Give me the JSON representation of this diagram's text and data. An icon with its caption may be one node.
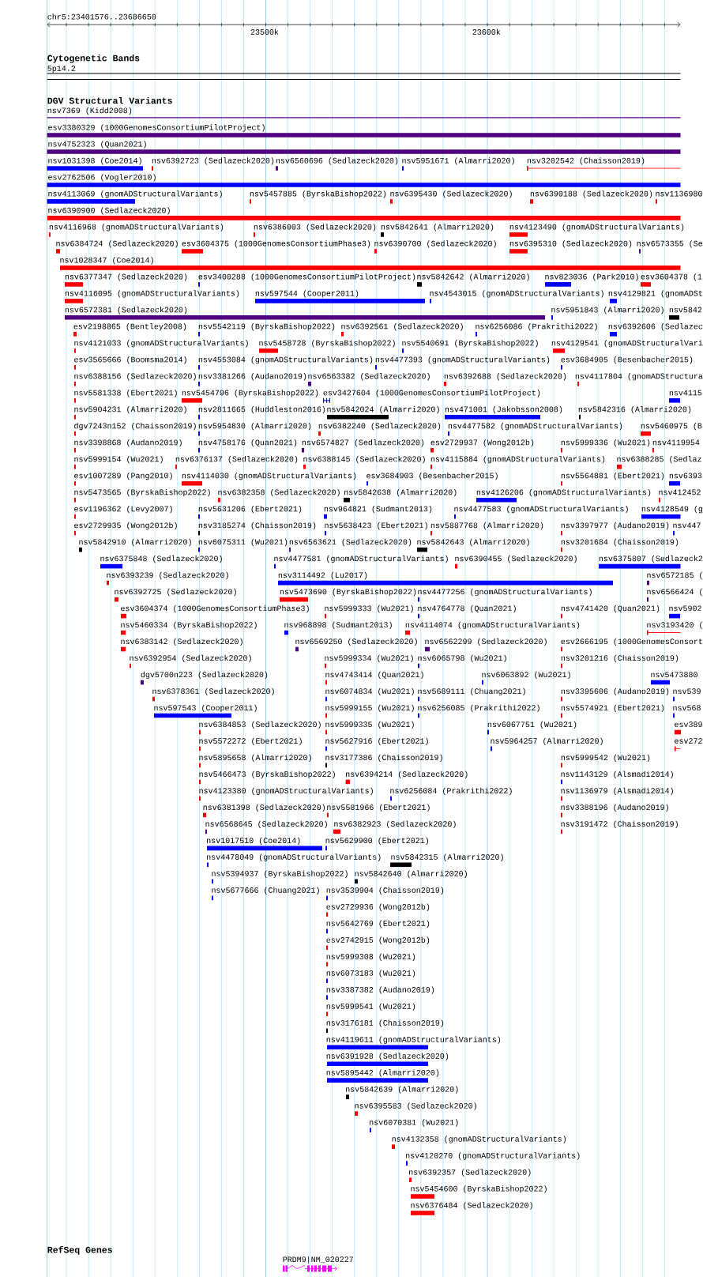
{
  "diagram": {
    "labels": [
      "chr5:23401576..23686650",
      "23500k",
      "23600k",
      "Cytogenetic Bands",
      "5p14.2",
      "DGV Structural Variants",
      "nsv7369 (Kidd2008)",
      "esv3380329 (1000GenomesConsortiumPilotProject)",
      "nsv4752323 (Quan2021)",
      "nsv1031398 (Coe2014)",
      "nsv6392723 (Sedlazeck2020)",
      "nsv6560696 (Sedlazeck2020)",
      "nsv5951671 (Almarri2020)",
      "nsv3202542 (Chaisson2019)",
      "esv2762506 (Vogler2010)",
      "nsv4113069 (gnomADStructuralVariants)",
      "nsv5457885 (ByrskaBishop2022)",
      "nsv6395430 (Sedlazeck2020)",
      "nsv6390188 (Sedlazeck2020)",
      "nsv1136980",
      "nsv6390900 (Sedlazeck2020)",
      "nsv4116968 (gnomADStructuralVariants)",
      "nsv6386003 (Sedlazeck2020)",
      "nsv5842641 (Almarri2020)",
      "nsv4123490 (gnomADStructuralVariants)",
      "nsv6384724 (Sedlazeck2020)",
      "esv3604375 (1000GenomesConsortiumPhase3)",
      "nsv6390700 (Sedlazeck2020)",
      "nsv6395310 (Sedlazeck2020)",
      "nsv6573355 (Se",
      "nsv1028347 (Coe2014)",
      "nsv6377347 (Sedlazeck2020)",
      "esv3400288 (1000GenomesConsortiumPilotProject)",
      "nsv5842642 (Almarri2020)",
      "nsv823036 (Park2010)",
      "esv3604378 (1",
      "nsv4116095 (gnomADStructuralVariants)",
      "nsv597544 (Cooper2011)",
      "nsv4543015 (gnomADStructuralVariants)",
      "nsv4129821 (gnomADSt",
      "nsv6572381 (Sedlazeck2020)",
      "nsv5951843 (Almarri2020)",
      "nsv5842",
      "esv2198865 (Bentley2008)",
      "nsv5542119 (ByrskaBishop2022)",
      "nsv6392561 (Sedlazeck2020)",
      "nsv6256086 (Prakrithi2022)",
      "nsv6392606 (Sedlazec",
      "nsv4121033 (gnomADStructuralVariants)",
      "nsv5458728 (ByrskaBishop2022)",
      "nsv5540691 (ByrskaBishop2022)",
      "nsv4129541 (gnomADStructuralVari",
      "esv3565666 (Boomsma2014)",
      "nsv4553084 (gnomADStructuralVariants)",
      "nsv4477393 (gnomADStructuralVariants)",
      "esv3684905 (Besenbacher2015)",
      "nsv6388156 (Sedlazeck2020)",
      "nsv3381266 (Audano2019)",
      "nsv6563382 (Sedlazeck2020)",
      "nsv6392688 (Sedlazeck2020)",
      "nsv4117804 (gnomADStructura",
      "nsv5581338 (Ebert2021)",
      "nsv5454796 (ByrskaBishop2022)",
      "esv3427604 (1000GenomesConsortiumPilotProject)",
      "nsv4115",
      "nsv5904231 (Almarri2020)",
      "nsv2811665 (Huddleston2016)",
      "nsv5842024 (Almarri2020)",
      "nsv471001 (Jakobsson2008)",
      "nsv5842316 (Almarri2020)",
      "dgv7243n152 (Chaisson2019)",
      "nsv5954830 (Almarri2020)",
      "nsv6382240 (Sedlazeck2020)",
      "nsv4477582 (gnomADStructuralVariants)",
      "nsv5460975 (B",
      "nsv3398868 (Audano2019)",
      "nsv4758176 (Quan2021)",
      "nsv6574827 (Sedlazeck2020)",
      "esv2729937 (Wong2012b)",
      "nsv5999336 (Wu2021)",
      "nsv4119954",
      "nsv5999154 (Wu2021)",
      "nsv6376137 (Sedlazeck2020)",
      "nsv6388145 (Sedlazeck2020)",
      "nsv4115884 (gnomADStructuralVariants)",
      "nsv6388285 (Sedlaz",
      "esv1007289 (Pang2010)",
      "nsv4114030 (gnomADStructuralVariants)",
      "esv3684903 (Besenbacher2015)",
      "nsv5564881 (Ebert2021)",
      "nsv6393",
      "nsv5473565 (ByrskaBishop2022)",
      "nsv6382358 (Sedlazeck2020)",
      "nsv5842638 (Almarri2020)",
      "nsv4126206 (gnomADStructuralVariants)",
      "nsv412452",
      "esv1196362 (Levy2007)",
      "nsv5631206 (Ebert2021)",
      "nsv964821 (Sudmant2013)",
      "nsv4477583 (gnomADStructuralVariants)",
      "nsv4128549 (g",
      "esv2729935 (Wong2012b)",
      "nsv3185274 (Chaisson2019)",
      "nsv5638423 (Ebert2021)",
      "nsv5887768 (Almarri2020)",
      "nsv3397977 (Audano2019)",
      "nsv447",
      "nsv5842910 (Almarri2020)",
      "nsv6075311 (Wu2021)",
      "nsv6563621 (Sedlazeck2020)",
      "nsv5842643 (Almarri2020)",
      "nsv3201684 (Chaisson2019)",
      "nsv6375848 (Sedlazeck2020)",
      "nsv4477581 (gnomADStructuralVariants)",
      "nsv6390455 (Sedlazeck2020)",
      "nsv6375807 (Sedlazeck2",
      "nsv6393239 (Sedlazeck2020)",
      "nsv3114492 (Lu2017)",
      "nsv6572185 (",
      "nsv6392725 (Sedlazeck2020)",
      "nsv5473690 (ByrskaBishop2022)",
      "nsv4477256 (gnomADStructuralVariants)",
      "nsv6566424 (",
      "esv3604374 (1000GenomesConsortiumPhase3)",
      "nsv5999333 (Wu2021)",
      "nsv4764778 (Quan2021)",
      "nsv4741420 (Quan2021)",
      "nsv5902",
      "nsv5460334 (ByrskaBishop2022)",
      "nsv968898 (Sudmant2013)",
      "nsv4114074 (gnomADStructuralVariants)",
      "nsv3193420 (",
      "nsv6383142 (Sedlazeck2020)",
      "nsv6569250 (Sedlazeck2020)",
      "nsv6562299 (Sedlazeck2020)",
      "esv2666195 (1000GenomesConsort",
      "nsv6392954 (Sedlazeck2020)",
      "nsv5999334 (Wu2021)",
      "nsv6065798 (Wu2021)",
      "nsv3201216 (Chaisson2019)",
      "dgv5700n223 (Sedlazeck2020)",
      "nsv4743414 (Quan2021)",
      "nsv6063892 (Wu2021)",
      "nsv5473880",
      "nsv6378361 (Sedlazeck2020)",
      "nsv6074834 (Wu2021)",
      "nsv5689111 (Chuang2021)",
      "nsv3395606 (Audano2019)",
      "nsv539",
      "nsv597543 (Cooper2011)",
      "nsv5999155 (Wu2021)",
      "nsv6256085 (Prakrithi2022)",
      "nsv5574921 (Ebert2021)",
      "nsv568",
      "nsv6384853 (Sedlazeck2020)",
      "nsv5999335 (Wu2021)",
      "nsv6067751 (Wu2021)",
      "esv389",
      "nsv5572272 (Ebert2021)",
      "nsv5627916 (Ebert2021)",
      "nsv5964257 (Almarri2020)",
      "esv272",
      "nsv5895658 (Almarri2020)",
      "nsv3177386 (Chaisson2019)",
      "nsv5999542 (Wu2021)",
      "nsv5466473 (ByrskaBishop2022)",
      "nsv6394214 (Sedlazeck2020)",
      "nsv1143129 (Alsmadi2014)",
      "nsv4123380 (gnomADStructuralVariants)",
      "nsv6256084 (Prakrithi2022)",
      "nsv1136979 (Alsmadi2014)",
      "nsv6381398 (Sedlazeck2020)",
      "nsv5581966 (Ebert2021)",
      "nsv3388196 (Audano2019)",
      "nsv6568645 (Sedlazeck2020)",
      "nsv6382923 (Sedlazeck2020)",
      "nsv3191472 (Chaisson2019)",
      "nsv1017510 (Coe2014)",
      "nsv5629900 (Ebert2021)",
      "nsv4478049 (gnomADStructuralVariants)",
      "nsv5842315 (Almarri2020)",
      "nsv5394937 (ByrskaBishop2022)",
      "nsv5842640 (Almarri2020)",
      "nsv5677666 (Chuang2021)",
      "nsv3539904 (Chaisson2019)",
      "esv2729936 (Wong2012b)",
      "nsv5642769 (Ebert2021)",
      "esv2742915 (Wong2012b)",
      "nsv5999308 (Wu2021)",
      "nsv6073183 (Wu2021)",
      "nsv3387382 (Audano2019)",
      "nsv5999541 (Wu2021)",
      "nsv3176181 (Chaisson2019)",
      "nsv4119611 (gnomADStructuralVariants)",
      "nsv6391928 (Sedlazeck2020)",
      "nsv5895442 (Almarri2020)",
      "nsv5842639 (Almarri2020)",
      "nsv6395583 (Sedlazeck2020)",
      "nsv6070381 (Wu2021)",
      "nsv4132358 (gnomADStructuralVariants)",
      "nsv4120270 (gnomADStructuralVariants)",
      "nsv6392357 (Sedlazeck2020)",
      "nsv5454600 (ByrskaBishop2022)",
      "nsv6376484 (Sedlazeck2020)",
      "RefSeq Genes",
      "PRDM9|NM_020227"
    ]
  }
}
